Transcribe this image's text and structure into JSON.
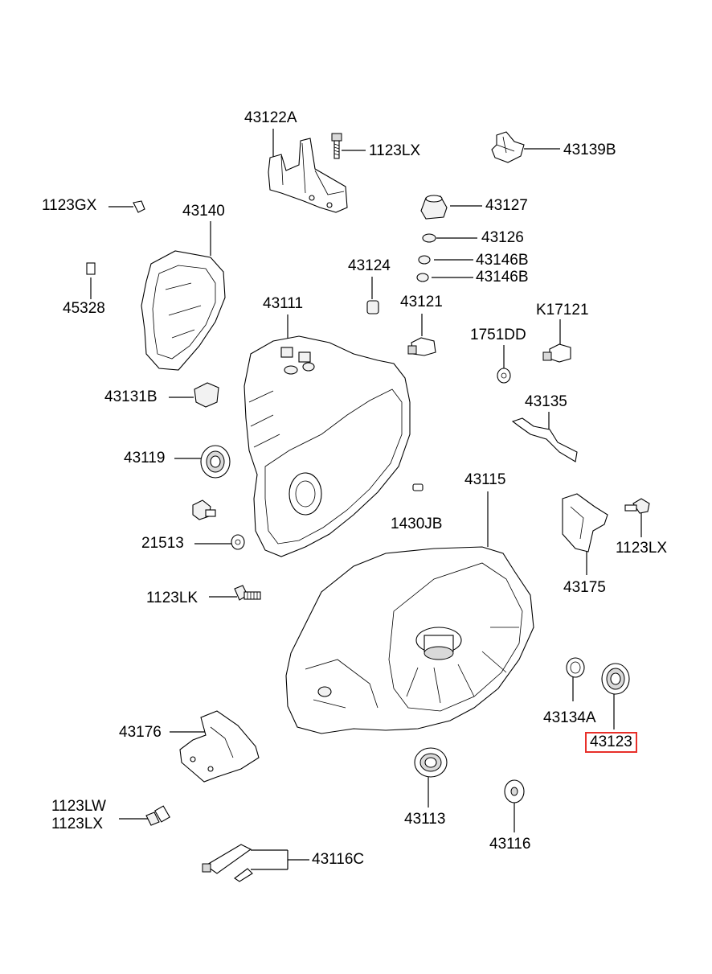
{
  "highlight_color": "#e8302a",
  "highlighted_part": "43123",
  "labels": {
    "l43122A": "43122A",
    "l1123LX_top": "1123LX",
    "l43139B": "43139B",
    "l1123GX": "1123GX",
    "l43140": "43140",
    "l43127": "43127",
    "l43126": "43126",
    "l43146B_a": "43146B",
    "l43146B_b": "43146B",
    "l45328": "45328",
    "l43124": "43124",
    "l43111": "43111",
    "l43121": "43121",
    "lK17121": "K17121",
    "l1751DD": "1751DD",
    "l43131B": "43131B",
    "l43135": "43135",
    "l43119": "43119",
    "l43115": "43115",
    "l1430JB": "1430JB",
    "l1123LX_mid": "1123LX",
    "l21513": "21513",
    "l43175": "43175",
    "l1123LK": "1123LK",
    "l43134A": "43134A",
    "l43123": "43123",
    "l43176": "43176",
    "l43113": "43113",
    "l1123LW": "1123LW",
    "l1123LX_bot": "1123LX",
    "l43116": "43116",
    "l43116C": "43116C"
  }
}
